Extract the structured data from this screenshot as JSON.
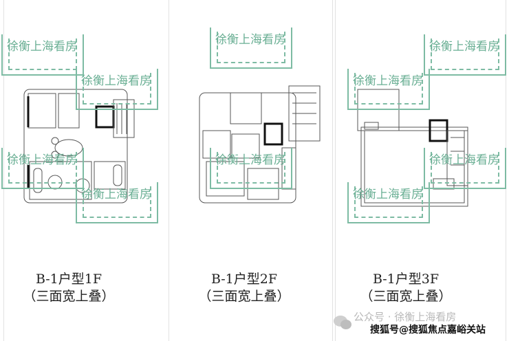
{
  "watermark": "徐衡上海看房",
  "plans": [
    {
      "title": "B-1户型1F",
      "subtitle": "（三面宽上叠）"
    },
    {
      "title": "B-1户型2F",
      "subtitle": "（三面宽上叠）"
    },
    {
      "title": "B-1户型3F",
      "subtitle": "（三面宽上叠）"
    }
  ],
  "footer": {
    "public_account": "公众号 · 徐衡上海看房",
    "sohu_credit": "搜狐号@搜狐焦点嘉峪关站"
  },
  "colors": {
    "watermark": "#6aaf94",
    "line": "#555555"
  }
}
